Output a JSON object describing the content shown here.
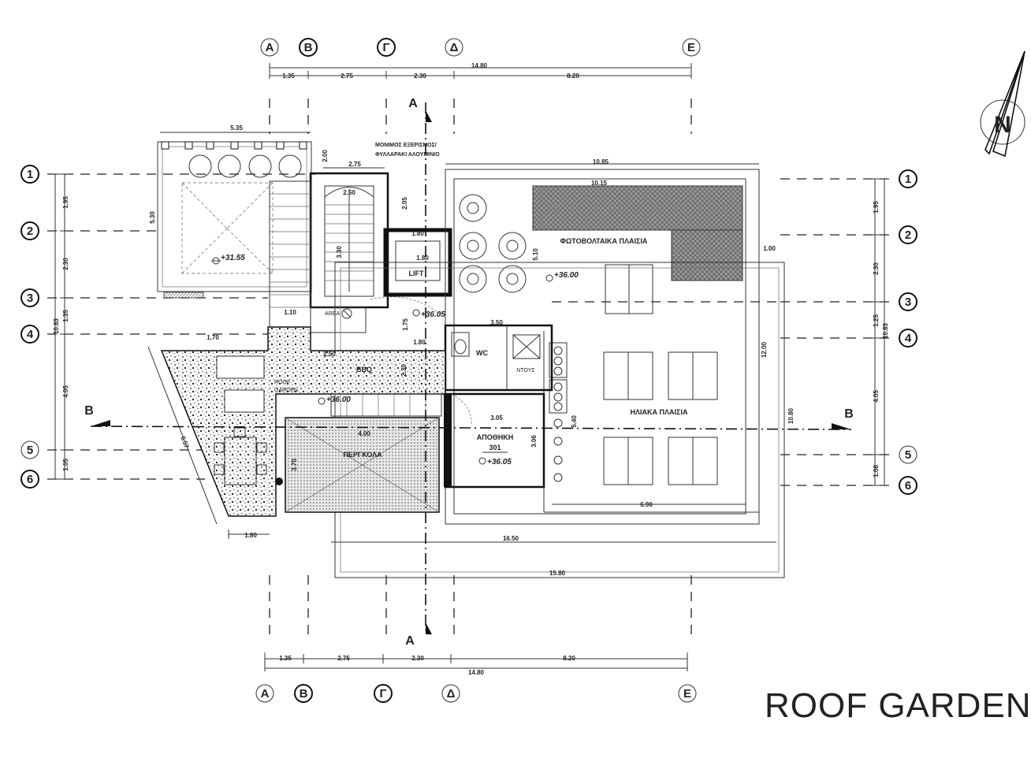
{
  "title": "ROOF GARDEN",
  "grid_columns": {
    "labels": [
      "Α",
      "Β",
      "Γ",
      "Δ",
      "Ε"
    ],
    "bold": [
      false,
      true,
      true,
      false,
      false
    ]
  },
  "grid_rows": {
    "labels": [
      "1",
      "2",
      "3",
      "4",
      "5",
      "6"
    ]
  },
  "top_dims": {
    "segments": [
      "1.35",
      "2.75",
      "2.30",
      "8.20"
    ],
    "total": "14.80"
  },
  "bottom_dims": {
    "segments": [
      "1.35",
      "2.75",
      "2.30",
      "8.20"
    ],
    "total": "14.80"
  },
  "left_dims": {
    "segments": [
      "1.95",
      "2.30",
      "1.35",
      "4.05",
      "1.05"
    ],
    "total": "10.83"
  },
  "right_dims": {
    "segments": [
      "1.95",
      "2.30",
      "1.25",
      "4.05",
      "1.08"
    ],
    "total": "10.83"
  },
  "plan_dims": {
    "top_terrace_width": "5.35",
    "terrace_height": "5.30",
    "stair_width": "2.75",
    "stair_inner": "2.50",
    "shaft_top": "2.00",
    "upper_pv_width": "10.85",
    "pv_inner": "10.15",
    "lift_gap": "1.80",
    "lift_width": "1.80",
    "lift_v": "2.05",
    "pv_height": "5.10",
    "pv_right": "1.00",
    "wc_width": "3.50",
    "stair_h": "1.10",
    "left_strip": "1.70",
    "bbq_width": "2.50",
    "stair2": "2.30",
    "landing": "1.75",
    "wc_gap": "1.80",
    "storage_width": "3.05",
    "storage_height": "3.06",
    "pergola_width": "4.00",
    "pergola_height": "3.70",
    "diag": "6.57",
    "solar_v": "5.40",
    "solar_bottom": "6.90",
    "right_v": "12.00",
    "outer_v": "10.80",
    "left_small": "1.80",
    "overall_h": "16.50",
    "overall_h2": "15.80",
    "stair_label": "3.30"
  },
  "labels": {
    "metal_ladder_1": "ΜΟΝΙΜΟΣ ΕΞΕΡΙΣΜΟΣ/",
    "metal_ladder_2": "ΦΥΛΛΑΡΑΚΙ ΑΛΟΥΜΙΝΙΟ",
    "pv_panels": "ΦΩΤΟΒΟΛΤΑΙΚΑ ΠΛΑΙΣΙΑ",
    "solar_panels": "ΗΛΙΑΚΑ ΠΛΑΙΣΙΑ",
    "lift": "LIFT",
    "wc": "WC",
    "shower": "ΝΤΟΥΣ",
    "bbq": "BBQ",
    "roof_garden_1": "ROOF",
    "roof_garden_2": "GARDEN",
    "storage": "ΑΠΟΘΗΚΗ",
    "storage_no": "301",
    "pergola": "ΠΕΡΓΚΟΛΑ",
    "area": "AREA"
  },
  "levels": {
    "terrace": "+31.55",
    "pv": "+36.00",
    "landing": "+36.05",
    "garden": "+36.00",
    "storage": "+36.05"
  },
  "sections": {
    "a": "A",
    "b": "B"
  },
  "compass": {
    "north": "N"
  }
}
